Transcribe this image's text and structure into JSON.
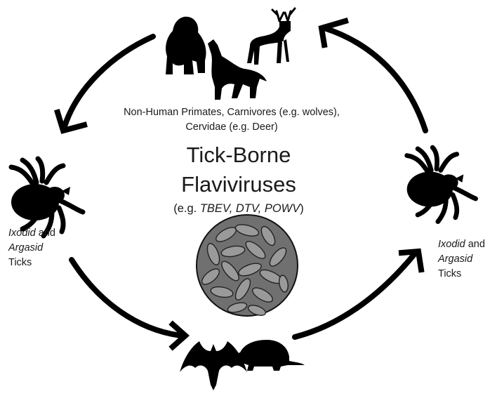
{
  "hosts_label": {
    "line1": "Non-Human Primates, Carnivores (e.g. wolves),",
    "line2": "Cervidae (e.g. Deer)"
  },
  "title": {
    "line1": "Tick-Borne",
    "line2": "Flaviviruses"
  },
  "examples": {
    "prefix": "(e.g. ",
    "viruses": "TBEV, DTV, POWV",
    "suffix": ")"
  },
  "ticks_left": {
    "genus1": "Ixodid",
    "conj": " and",
    "genus2": "Argasid",
    "word": "Ticks"
  },
  "ticks_right": {
    "genus1": "Ixodid",
    "conj": " and",
    "genus2": "Argasid",
    "word": "Ticks"
  },
  "icons": [
    "gorilla-icon",
    "wolf-icon",
    "deer-icon",
    "tick-icon",
    "virus-particle-icon",
    "bat-icon",
    "vole-icon"
  ],
  "colors": {
    "ink": "#000000",
    "virus_fill": "#6e6e6e",
    "virus_dark": "#3a3a3a"
  }
}
